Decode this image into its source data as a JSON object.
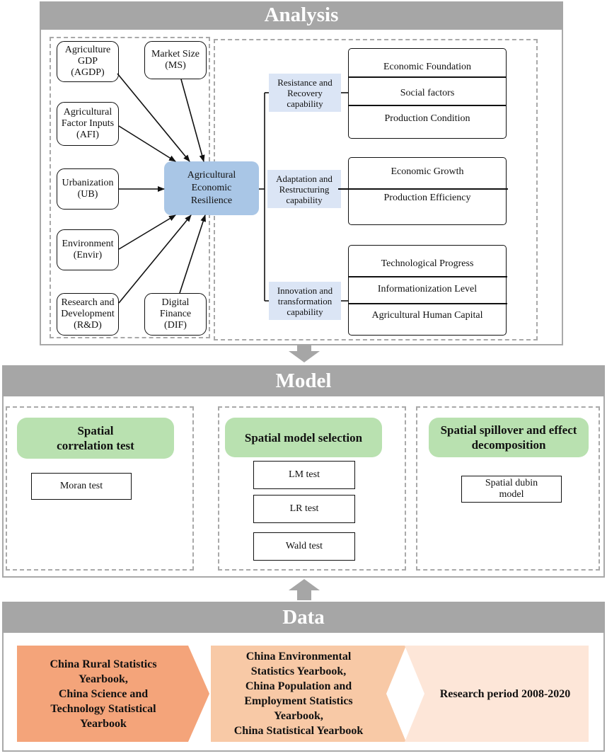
{
  "sections": {
    "analysis": "Analysis",
    "model": "Model",
    "data": "Data"
  },
  "factors": [
    "Agriculture\nGDP\n(AGDP)",
    "Market Size\n(MS)",
    "Agricultural\nFactor Inputs\n(AFI)",
    "Urbanization\n(UB)",
    "Environment\n(Envir)",
    "Research and\nDevelopment\n(R&D)",
    "Digital\nFinance\n(DIF)"
  ],
  "core": "Agricultural\nEconomic\nResilience",
  "capabilities": [
    {
      "label": "Resistance and\nRecovery\ncapability",
      "indicators": [
        "Economic Foundation",
        "Social factors",
        "Production Condition"
      ]
    },
    {
      "label": "Adaptation and\nRestructuring\ncapability",
      "indicators": [
        "Economic Growth",
        "Production Efficiency"
      ]
    },
    {
      "label": "Innovation and\ntransformation\ncapability",
      "indicators": [
        "Technological Progress",
        "Informationization Level",
        "Agricultural Human Capital"
      ]
    }
  ],
  "model": {
    "steps": [
      {
        "title": "Spatial\ncorrelation test",
        "tests": [
          "Moran test"
        ]
      },
      {
        "title": "Spatial model selection",
        "tests": [
          "LM test",
          "LR test",
          "Wald test"
        ]
      },
      {
        "title": "Spatial spillover and effect\ndecomposition",
        "tests": [
          "Spatial dubin\nmodel"
        ]
      }
    ]
  },
  "data": {
    "sources": [
      "China Rural Statistics\nYearbook,\nChina Science and\nTechnology Statistical\nYearbook",
      "China Environmental\nStatistics Yearbook,\nChina Population and\nEmployment Statistics\nYearbook,\nChina Statistical Yearbook",
      "Research period 2008-2020"
    ],
    "colors": [
      "#f4a47a",
      "#f8c9a6",
      "#fde6d8"
    ]
  },
  "colors": {
    "header": "#a6a6a6",
    "core": "#a9c6e6",
    "capability": "#dbe5f5",
    "pill": "#b9e1b0"
  }
}
